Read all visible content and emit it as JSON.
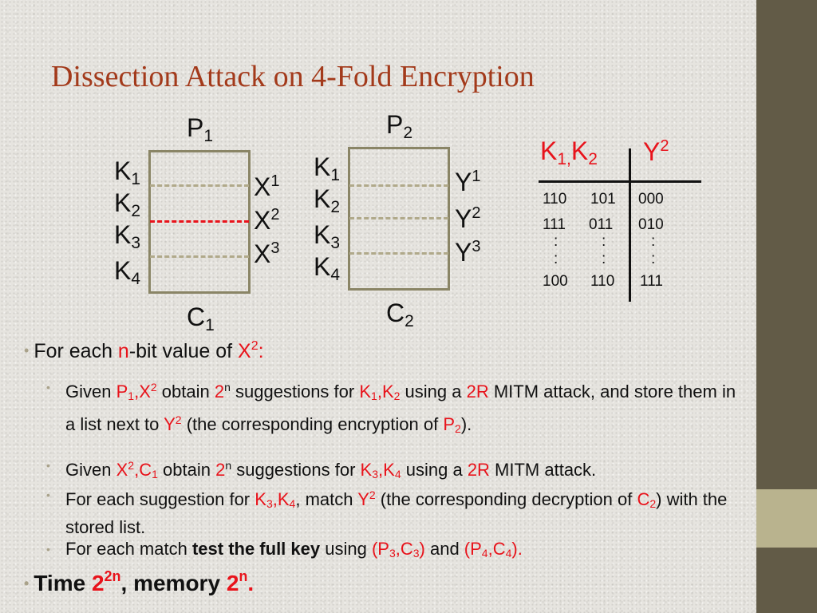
{
  "title": "Dissection Attack on 4-Fold Encryption",
  "left_diagram": {
    "top_label": "P",
    "top_sub": "1",
    "bottom_label": "C",
    "bottom_sub": "1",
    "keys": [
      {
        "letter": "K",
        "sub": "1"
      },
      {
        "letter": "K",
        "sub": "2"
      },
      {
        "letter": "K",
        "sub": "3"
      },
      {
        "letter": "K",
        "sub": "4"
      }
    ],
    "states": [
      {
        "letter": "X",
        "sup": "1"
      },
      {
        "letter": "X",
        "sup": "2"
      },
      {
        "letter": "X",
        "sup": "3"
      }
    ]
  },
  "right_diagram": {
    "top_label": "P",
    "top_sub": "2",
    "bottom_label": "C",
    "bottom_sub": "2",
    "keys": [
      {
        "letter": "K",
        "sub": "1"
      },
      {
        "letter": "K",
        "sub": "2"
      },
      {
        "letter": "K",
        "sub": "3"
      },
      {
        "letter": "K",
        "sub": "4"
      }
    ],
    "states": [
      {
        "letter": "Y",
        "sup": "1"
      },
      {
        "letter": "Y",
        "sup": "2"
      },
      {
        "letter": "Y",
        "sup": "3"
      }
    ]
  },
  "table": {
    "header_left": {
      "k1": "K",
      "k1_sub": "1,",
      "k2": "K",
      "k2_sub": "2"
    },
    "header_right": {
      "letter": "Y",
      "sup": "2"
    },
    "rows": [
      [
        "110",
        "101",
        "000"
      ],
      [
        "111",
        "011",
        "010"
      ],
      [
        ":",
        ":",
        ":"
      ],
      [
        ":",
        ":",
        ":"
      ],
      [
        "100",
        "110",
        "111"
      ]
    ]
  },
  "bullets": {
    "main": {
      "pre": "For each ",
      "n": "n",
      "mid": "-bit value of ",
      "x": "X",
      "x_sup": "2",
      "colon": ":"
    },
    "sub1": {
      "t1": "Given ",
      "p": "P",
      "p_sub": "1",
      "comma": ",",
      "x": "X",
      "x_sup": "2",
      "t2": " obtain ",
      "two": "2",
      "n": "n",
      "t3": " suggestions for ",
      "k1": "K",
      "k1_sub": "1",
      "comma2": ",",
      "k2": "K",
      "k2_sub": "2",
      "t4": " using a ",
      "r": "2R",
      "t5": " MITM attack, and store them in a list next to ",
      "y": "Y",
      "y_sup": "2",
      "t6": " (the corresponding encryption of ",
      "p2": "P",
      "p2_sub": "2",
      "t7": ")."
    },
    "sub2": {
      "t1": "Given ",
      "x": "X",
      "x_sup": "2",
      "comma": ",",
      "c": "C",
      "c_sub": "1",
      "t2": " obtain ",
      "two": "2",
      "n": "n",
      "t3": " suggestions for ",
      "k3": "K",
      "k3_sub": "3",
      "comma2": ",",
      "k4": "K",
      "k4_sub": "4",
      "t4": " using a ",
      "r": "2R",
      "t5": " MITM attack."
    },
    "sub3": {
      "t1": "For each suggestion for ",
      "k3": "K",
      "k3_sub": "3",
      "comma": ",",
      "k4": "K",
      "k4_sub": "4",
      "t2": ", match ",
      "y": "Y",
      "y_sup": "2",
      "t3": " (the corresponding decryption of ",
      "c": "C",
      "c_sub": "2",
      "t4": ") with the stored list."
    },
    "sub4": {
      "t1": "For each match ",
      "bold": "test the full key",
      "t2": " using ",
      "p3": "(P",
      "p3_sub": "3",
      "c3": ",C",
      "c3_sub": "3",
      "close1": ")",
      "t3": " and ",
      "p4": "(P",
      "p4_sub": "4",
      "c4": ",C",
      "c4_sub": "4",
      "close2": ")."
    },
    "final": {
      "t1": "Time ",
      "base": "2",
      "exp": "2n",
      "t2": ", memory ",
      "base2": "2",
      "exp2": "n",
      "dot": "."
    }
  },
  "colors": {
    "accent_red": "#e8131b",
    "title": "#a33a1b",
    "sidebar": "#625b47",
    "sidebar_accent": "#b9b38e"
  }
}
